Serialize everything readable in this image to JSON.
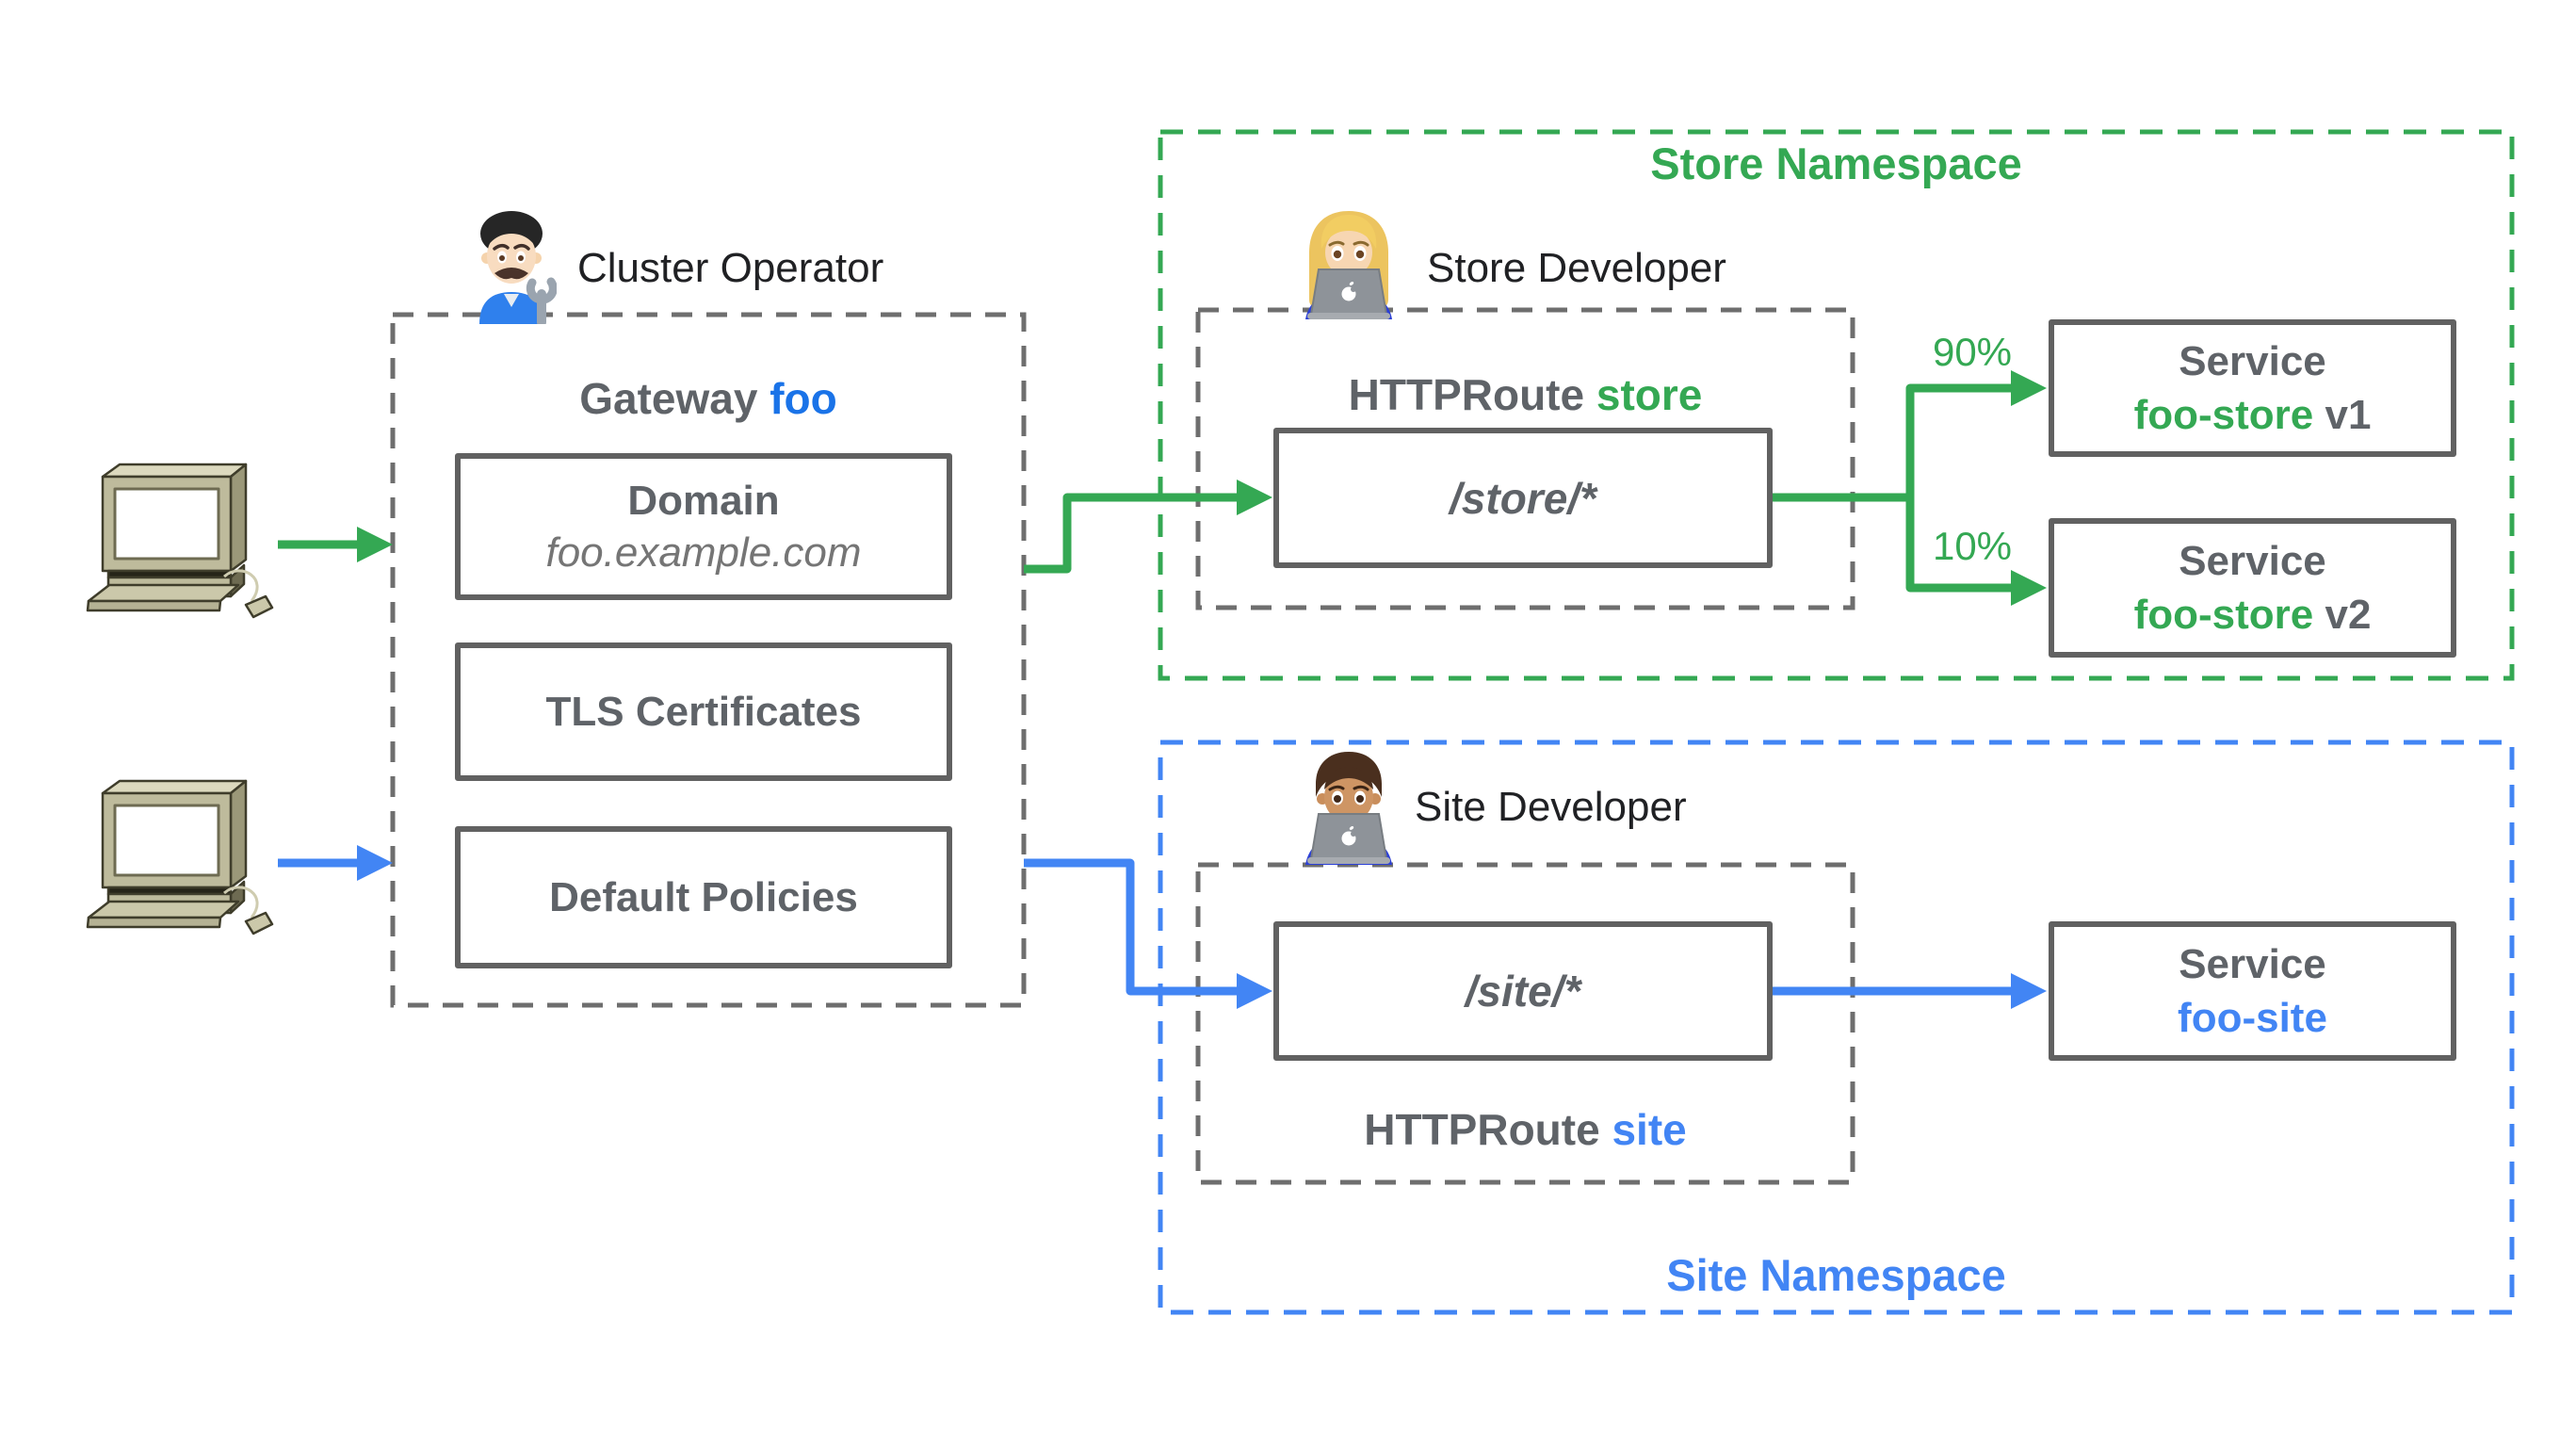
{
  "colors": {
    "green": "#34A853",
    "blue": "#4285F4",
    "blue_dark": "#1A73E8",
    "gray_text": "#5F6368",
    "gray_border": "#616161",
    "dash_gray": "#757575",
    "black": "#202124"
  },
  "icons": {
    "client_computer": "retro-computer",
    "cluster_operator": "man-mechanic-emoji",
    "store_developer": "woman-technologist-emoji",
    "site_developer": "man-technologist-emoji"
  },
  "gateway": {
    "owner_label": "Cluster Operator",
    "title_prefix": "Gateway",
    "title_name": "foo",
    "domain_box": {
      "title": "Domain",
      "subtitle": "foo.example.com"
    },
    "tls_box": {
      "title": "TLS Certificates"
    },
    "policies_box": {
      "title": "Default Policies"
    }
  },
  "store_namespace": {
    "label": "Store Namespace",
    "owner_label": "Store Developer",
    "route_prefix": "HTTPRoute",
    "route_name": "store",
    "route_path": "/store/*",
    "splits": [
      {
        "percent": "90%",
        "service_title": "Service",
        "service_name": "foo-store",
        "service_version": "v1"
      },
      {
        "percent": "10%",
        "service_title": "Service",
        "service_name": "foo-store",
        "service_version": "v2"
      }
    ]
  },
  "site_namespace": {
    "label": "Site Namespace",
    "owner_label": "Site Developer",
    "route_prefix": "HTTPRoute",
    "route_name": "site",
    "route_path": "/site/*",
    "service": {
      "service_title": "Service",
      "service_name": "foo-site"
    }
  }
}
